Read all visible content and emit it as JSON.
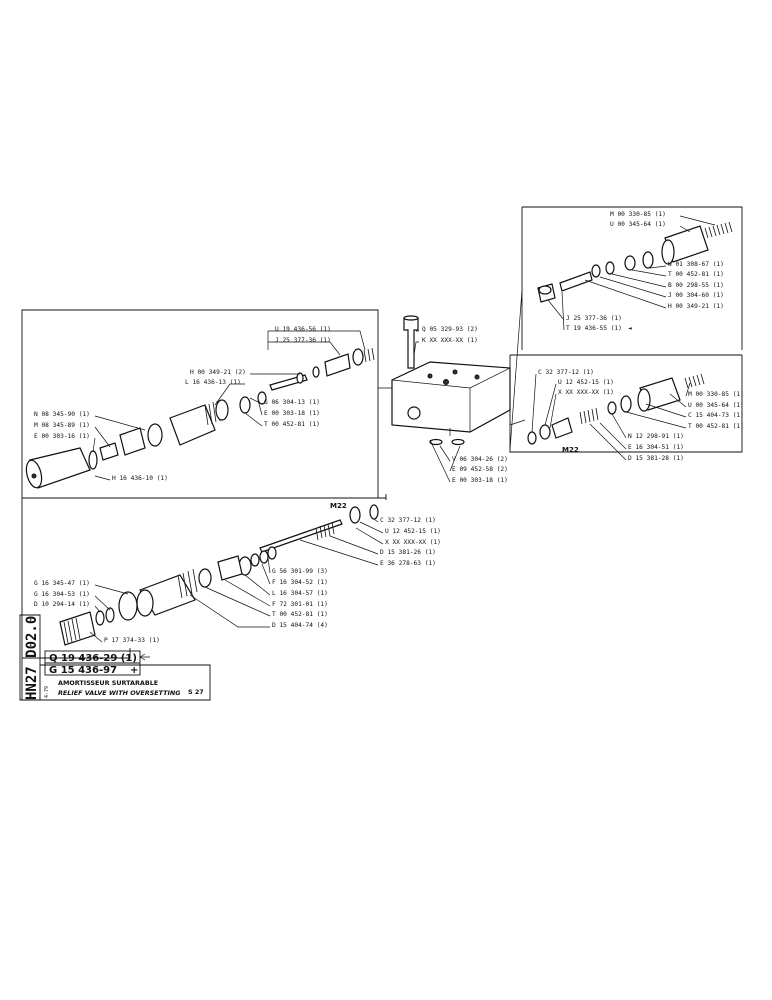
{
  "document": {
    "code_vertical": "HN27 D02.0",
    "small_code": "4-79",
    "title_fr": "AMORTISSEUR SURTARABLE",
    "title_en": "RELIEF VALVE WITH OVERSETTING",
    "page_ref": "S 27",
    "assembly_parts": [
      "Q 19 436-29 (1)",
      "G 15 436-97"
    ],
    "assembly_symbol": "+"
  },
  "groups": {
    "center_block": {
      "parts": [
        "Q 05 329-93 (2)",
        "K XX XXX-XX (1)",
        "V 06 304-26 (2)",
        "E 09 452-58 (2)",
        "E 00 303-18 (1)"
      ]
    },
    "left_upper": {
      "parts": [
        "U 19 436-56 (1)",
        "J 25 377-36 (1)",
        "H 00 349-21 (2)",
        "L 16 436-13 (1)",
        "G 06 304-13 (1)",
        "E 00 303-18 (1)",
        "T 00 452-81 (1)",
        "N 08 345-90 (1)",
        "M 08 345-89 (1)",
        "E 00 303-16 (1)",
        "H 16 436-10 (1)"
      ]
    },
    "left_lower": {
      "m22": "M22",
      "parts": [
        "C 32 377-12 (1)",
        "U 12 452-15 (1)",
        "X XX XXX-XX (1)",
        "D 15 381-26 (1)",
        "E 36 278-63 (1)",
        "G 56 301-99 (3)",
        "F 16 304-52 (1)",
        "L 16 304-57 (1)",
        "F 72 301-01 (1)",
        "T 00 452-81 (1)",
        "D 15 404-74 (4)",
        "G 16 345-47 (1)",
        "G 16 304-53 (1)",
        "D 10 294-14 (1)",
        "P 17 374-33 (1)"
      ]
    },
    "right_upper": {
      "parts": [
        "M 00 330-85 (1)",
        "U 00 345-64 (1)",
        "W 01 308-67 (1)",
        "T 00 452-81 (1)",
        "B 00 298-55 (1)",
        "J 00 304-60 (1)",
        "H 00 349-21 (1)",
        "J 25 377-36 (1)",
        "T 19 436-55 (1)"
      ]
    },
    "right_lower": {
      "m22": "M22",
      "parts": [
        "C 32 377-12 (1)",
        "U 12 452-15 (1)",
        "X XX XXX-XX (1)",
        "M 00 330-85 (1)",
        "U 00 345-64 (1)",
        "C 15 404-73 (1)",
        "T 00 452-81 (1)",
        "N 12 298-91 (1)",
        "E 16 304-51 (1)",
        "D 15 381-28 (1)"
      ]
    }
  }
}
